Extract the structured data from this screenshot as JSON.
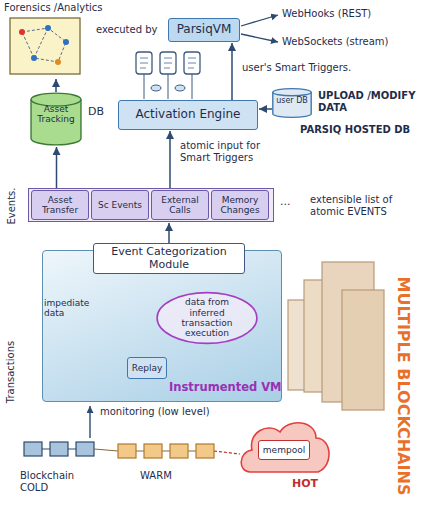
{
  "diagram": {
    "nodes": [
      {
        "text": [
          "Forensics /Analytics"
        ]
      },
      {
        "text": [
          "ParsiqVM"
        ]
      },
      {
        "text": [
          "Asset Tracking",
          "DB"
        ]
      },
      {
        "text": [
          "Activation Engine"
        ]
      },
      {
        "text": [
          "user DB"
        ]
      },
      {
        "text": [
          "Events."
        ]
      },
      {
        "text": [
          "Asset Transfer"
        ],
        "in": 5
      },
      {
        "text": [
          "Sc Events"
        ],
        "in": 5
      },
      {
        "text": [
          "External Calls"
        ],
        "in": 5
      },
      {
        "text": [
          "Memory Changes"
        ],
        "in": 5
      },
      {
        "text": [
          "Instrumented VM"
        ]
      },
      {
        "text": [
          "Event Categorization Module"
        ],
        "in": 10
      },
      {
        "text": [
          "data from inferred transaction execution"
        ],
        "in": 10
      },
      {
        "text": [
          "Replay"
        ],
        "in": 10
      },
      {
        "text": [
          "HOT"
        ]
      },
      {
        "text": [
          "mempool"
        ],
        "in": 14
      }
    ],
    "edges": [
      {
        "from": 2,
        "to": 0,
        "arrow": "to"
      },
      {
        "from": 6,
        "to": 2,
        "arrow": "to"
      },
      {
        "from": 3,
        "to": 1,
        "arrow": "to"
      },
      {
        "from": 4,
        "to": 3,
        "arrow": "to"
      },
      {
        "from": 5,
        "to": 3,
        "arrow": "to"
      },
      {
        "from": 11,
        "to": 5,
        "arrow": "to"
      },
      {
        "from": 12,
        "to": 11,
        "arrow": "to"
      },
      {
        "from": 13,
        "to": 12,
        "arrow": "to"
      }
    ],
    "labels": [
      "executed by",
      "WebHooks (REST)",
      "WebSockets (stream)",
      "user's Smart Triggers.",
      "UPLOAD /MODIFY DATA",
      "PARSIQ HOSTED DB",
      "atomic input for Smart Triggers",
      "...",
      "extensible list of atomic EVENTS",
      "impediate data",
      "Transactions",
      "MULTIPLE BLOCKCHAINS",
      "monitoring (low level)",
      "Blockchain COLD",
      "WARM"
    ]
  }
}
